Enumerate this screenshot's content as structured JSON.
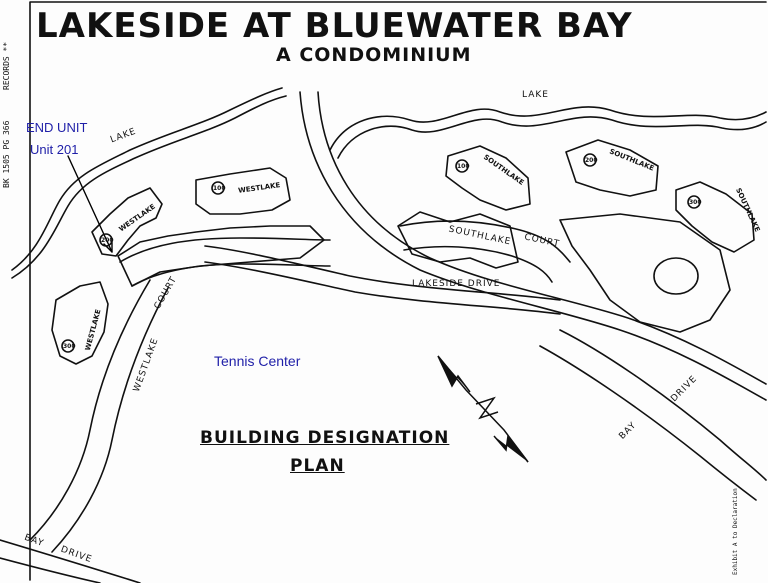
{
  "title": "LAKESIDE AT BLUEWATER BAY",
  "subtitle": "A CONDOMINIUM",
  "annotations": {
    "end_unit": "END UNIT",
    "unit": "Unit 201",
    "tennis": "Tennis Center"
  },
  "plan_title": {
    "line1": "BUILDING DESIGNATION",
    "line2": "PLAN"
  },
  "labels": {
    "lake_left": "LAKE",
    "lake_right": "LAKE",
    "lakeside_drive": "LAKESIDE  DRIVE",
    "southlake_court_1": "SOUTHLAKE",
    "southlake_court_2": "COURT",
    "westlake_court_1": "COURT",
    "westlake_court_2": "WESTLAKE",
    "bay_drive_right_1": "BAY",
    "bay_drive_right_2": "DRIVE",
    "bay_drive_left_1": "BAY",
    "bay_drive_left_2": "DRIVE"
  },
  "buildings": [
    {
      "id": "westlake-200",
      "name": "WESTLAKE",
      "number": "200"
    },
    {
      "id": "westlake-100",
      "name": "WESTLAKE",
      "number": "100"
    },
    {
      "id": "westlake-300",
      "name": "WESTLAKE",
      "number": "300"
    },
    {
      "id": "southlake-100",
      "name": "SOUTHLAKE",
      "number": "100"
    },
    {
      "id": "southlake-200",
      "name": "SOUTHLAKE",
      "number": "200"
    },
    {
      "id": "southlake-300",
      "name": "SOUTHLAKE",
      "number": "300"
    }
  ],
  "records_note": "BK 1505 PG 366",
  "records_note_top": "RECORDS **",
  "exhibit_note": "Exhibit A to Declaration"
}
